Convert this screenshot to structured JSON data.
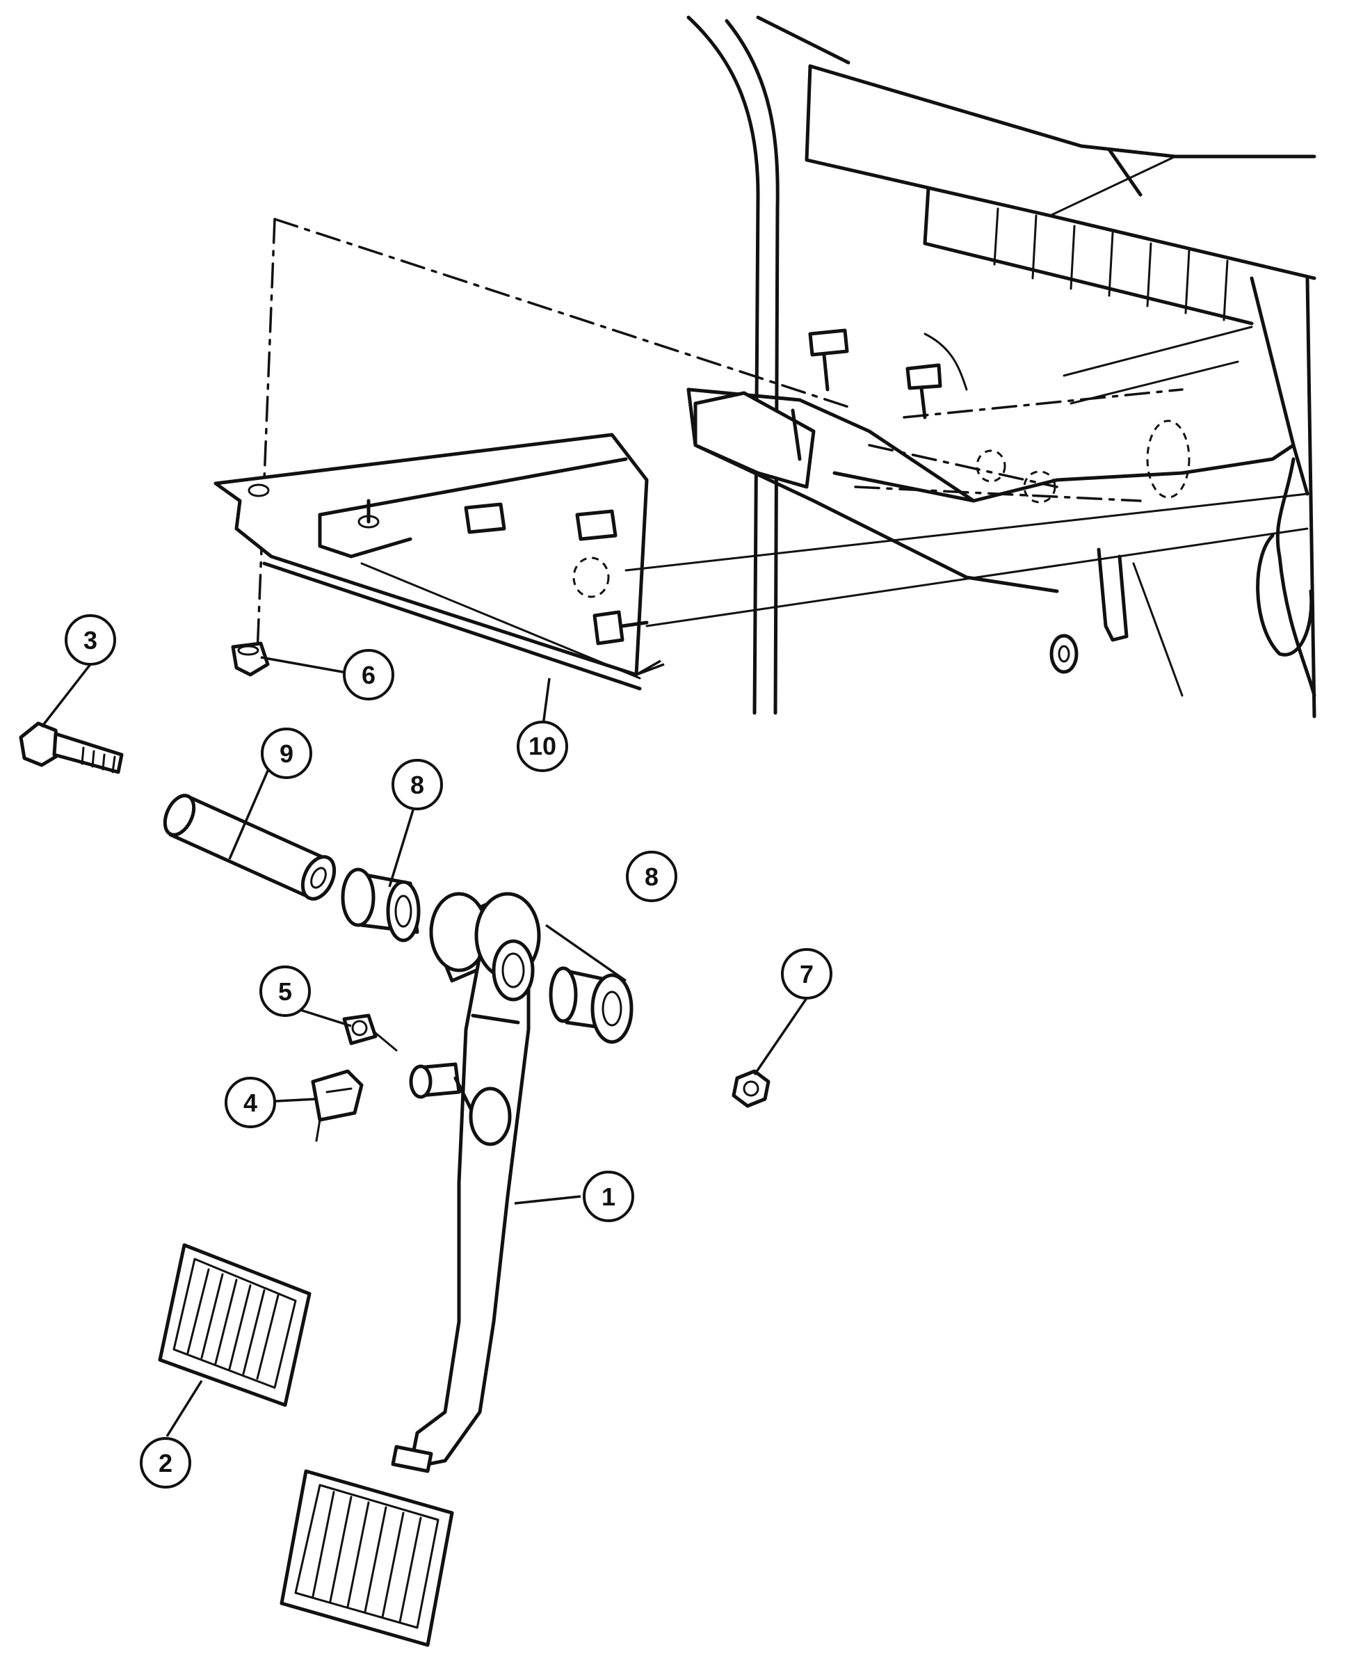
{
  "diagram": {
    "type": "exploded-parts-view",
    "line_color": "#111111",
    "background": "#ffffff",
    "callouts": [
      {
        "id": "1",
        "label": "1"
      },
      {
        "id": "2",
        "label": "2"
      },
      {
        "id": "3",
        "label": "3"
      },
      {
        "id": "4",
        "label": "4"
      },
      {
        "id": "5",
        "label": "5"
      },
      {
        "id": "6",
        "label": "6"
      },
      {
        "id": "7",
        "label": "7"
      },
      {
        "id": "8a",
        "label": "8"
      },
      {
        "id": "8b",
        "label": "8"
      },
      {
        "id": "9",
        "label": "9"
      },
      {
        "id": "10",
        "label": "10"
      }
    ]
  }
}
